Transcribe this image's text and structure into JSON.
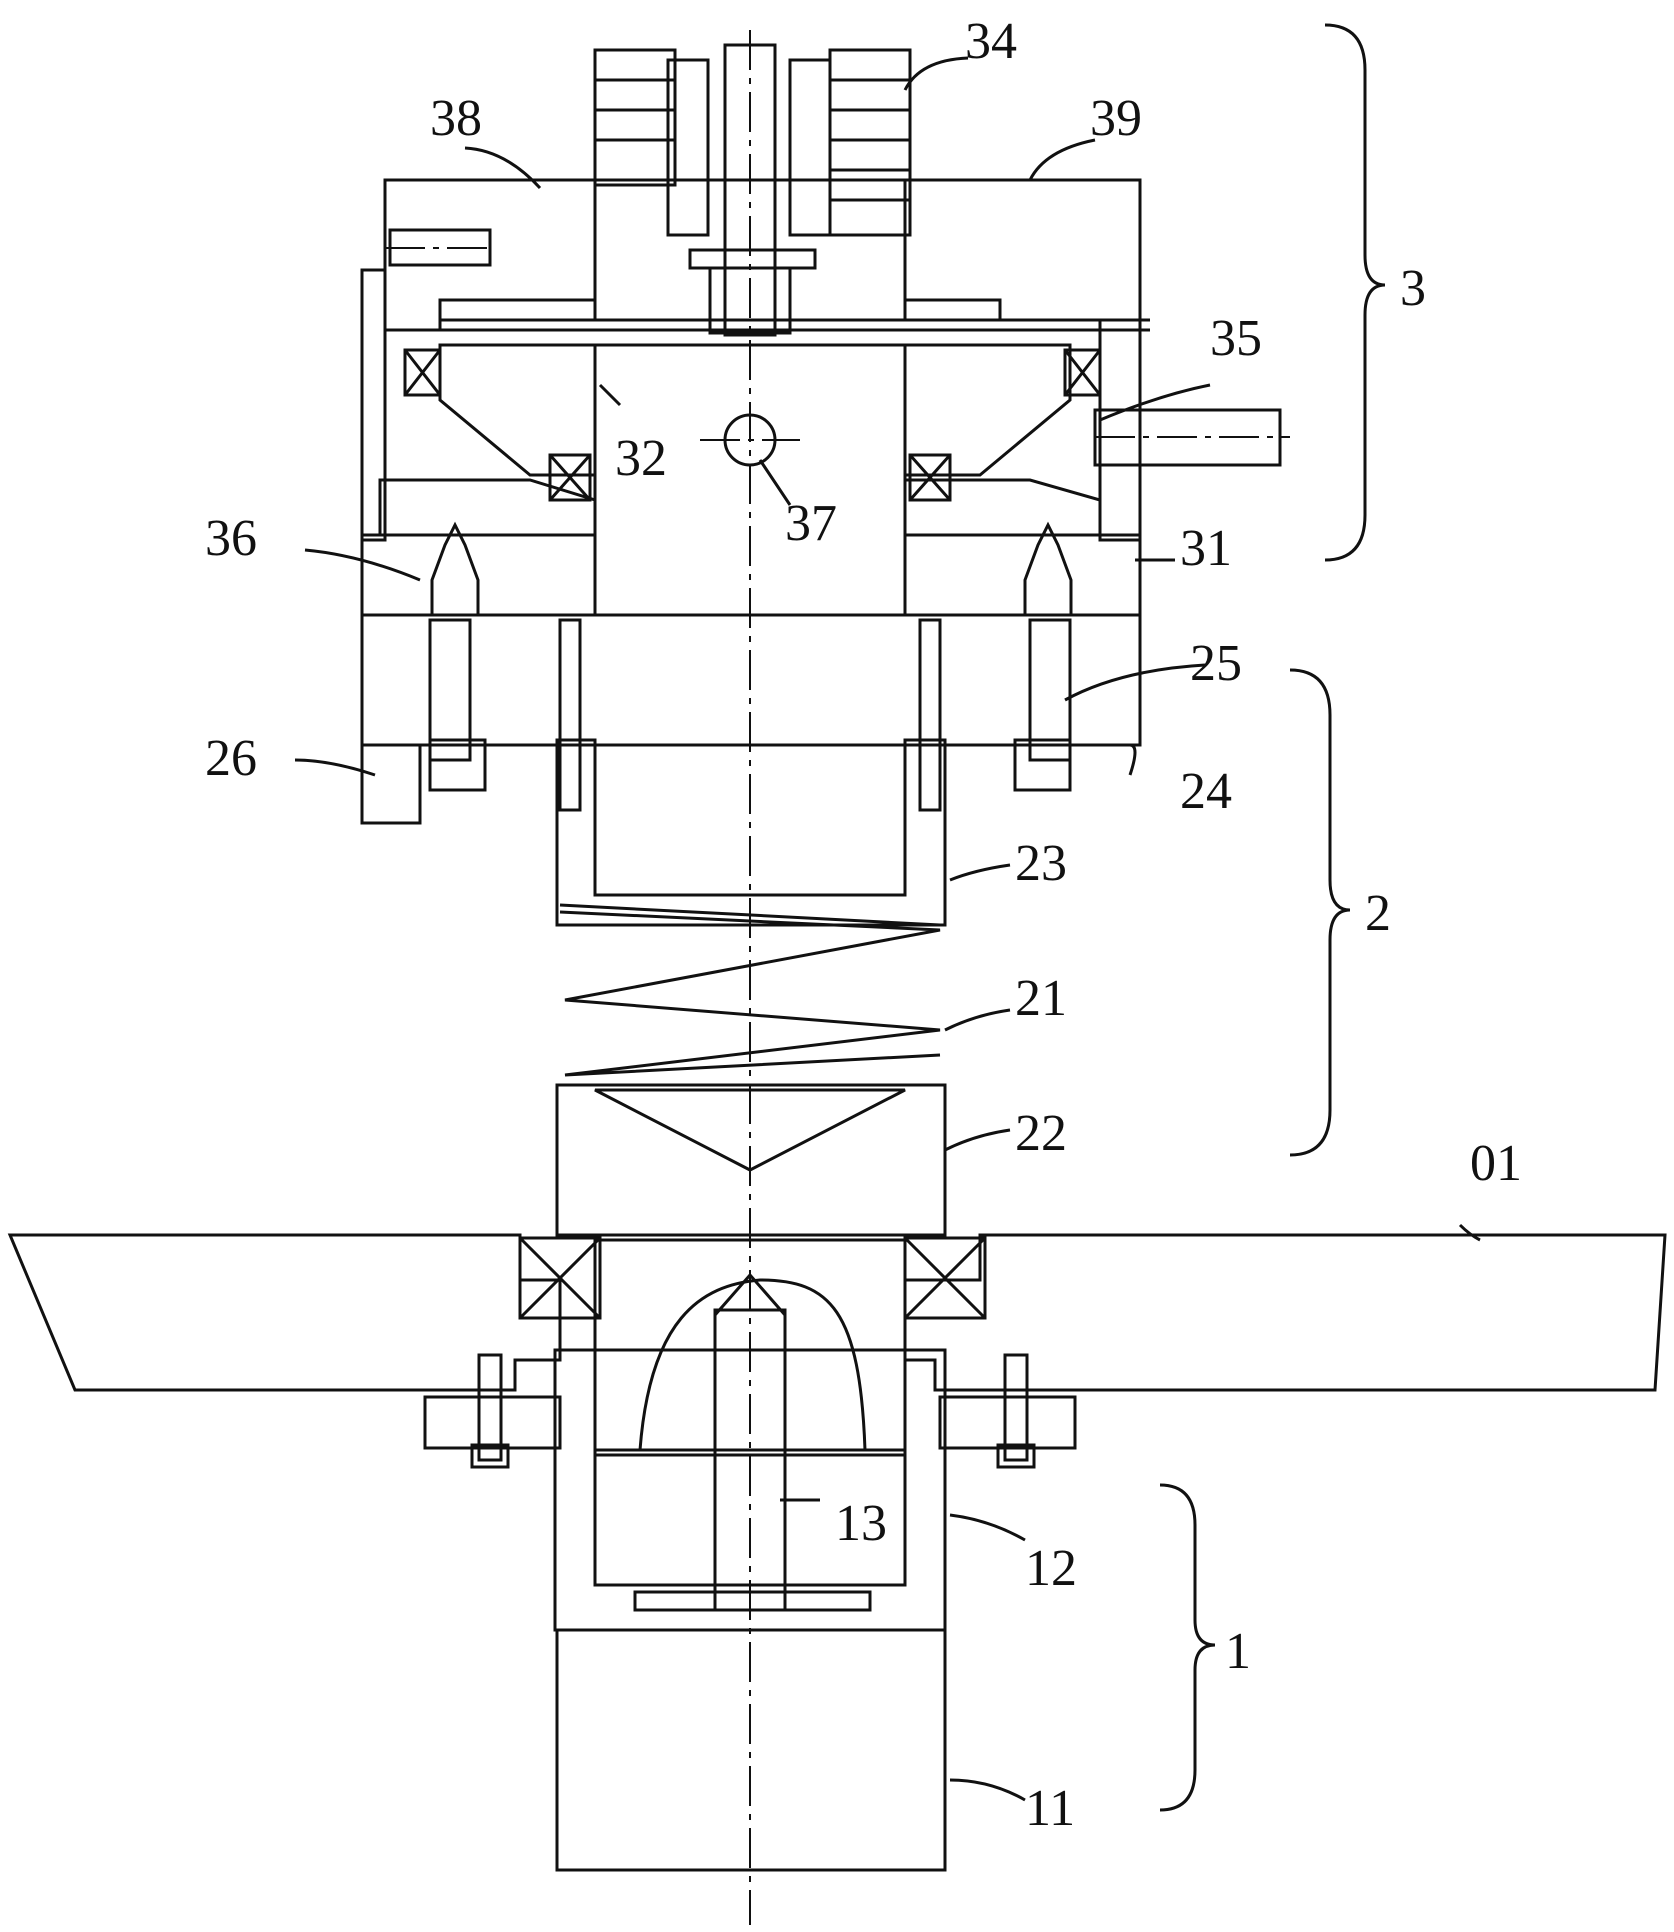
{
  "figure": {
    "labels": {
      "l01": "01",
      "l1": "1",
      "l11": "11",
      "l12": "12",
      "l13": "13",
      "l2": "2",
      "l21": "21",
      "l22": "22",
      "l23": "23",
      "l24": "24",
      "l25": "25",
      "l26": "26",
      "l3": "3",
      "l31": "31",
      "l32": "32",
      "l34": "34",
      "l35": "35",
      "l36": "36",
      "l37": "37",
      "l38": "38",
      "l39": "39"
    }
  }
}
